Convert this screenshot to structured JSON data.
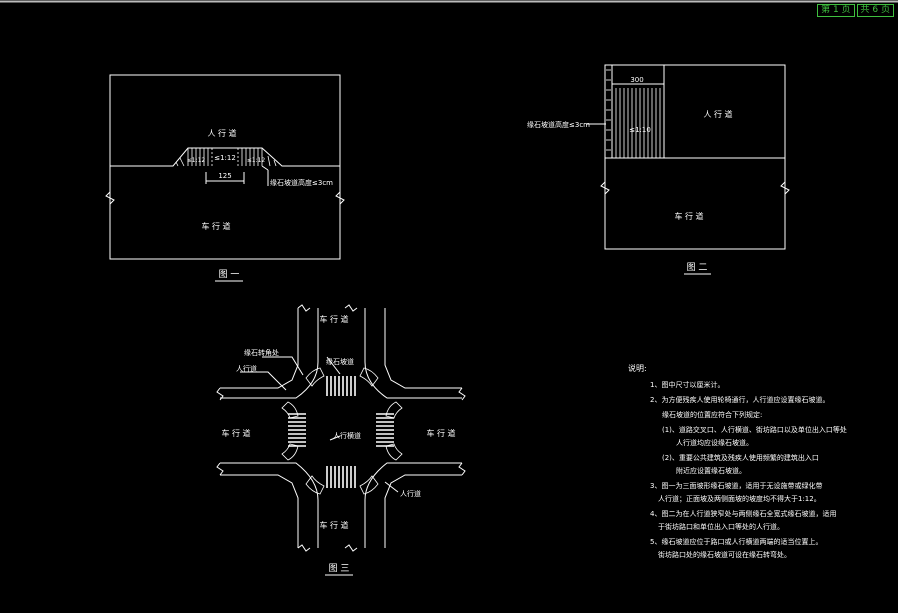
{
  "pager": {
    "current": "第 1 页",
    "total": "共 6 页"
  },
  "fig1": {
    "sidewalk": "人 行 道",
    "roadway": "车 行 道",
    "slope_center": "≤1:12",
    "slope_left": "≤1:12",
    "slope_right": "≤1:12",
    "dim": "125",
    "curb_note": "缘石坡道高度≤3cm",
    "caption": "图 一"
  },
  "fig2": {
    "dim_top": "300",
    "slope": "≤1:10",
    "sidewalk": "人 行 道",
    "roadway": "车 行 道",
    "curb_note": "缘石坡道高度≤3cm",
    "caption": "图 二"
  },
  "fig3": {
    "road_top": "车 行 道",
    "road_bottom": "车 行 道",
    "road_left": "车 行 道",
    "road_right": "车 行 道",
    "label_curb": "缘石转角处",
    "label_sidewalk_l": "人行道",
    "label_ramp": "缘石坡道",
    "label_crosswalk": "人行横道",
    "label_sidewalk_r": "人行道",
    "caption": "图 三"
  },
  "notes": {
    "title": "说明:",
    "lines": [
      "1、图中尺寸以厘米计。",
      "2、为方便残疾人使用轮椅通行，人行道应设置缘石坡道。",
      "缘石坡道的位置应符合下列规定:",
      "(1)、道路交叉口、人行横道、街坊路口以及单位出入口等处",
      "人行道均应设缘石坡道。",
      "(2)、重要公共建筑及残疾人使用频繁的建筑出入口",
      "附近应设置缘石坡道。",
      "3、图一为三面坡形缘石坡道，适用于无设施带或绿化带",
      "人行道；正面坡及两侧面坡的坡度均不得大于1:12。",
      "4、图二为在人行道狭窄处与两侧缘石全宽式缘石坡道，适用",
      "于街坊路口和单位出入口等处的人行道。",
      "5、缘石坡道应位于路口或人行横道两端的适当位置上。",
      "街坊路口处的缘石坡道可设在缘石转弯处。"
    ]
  }
}
